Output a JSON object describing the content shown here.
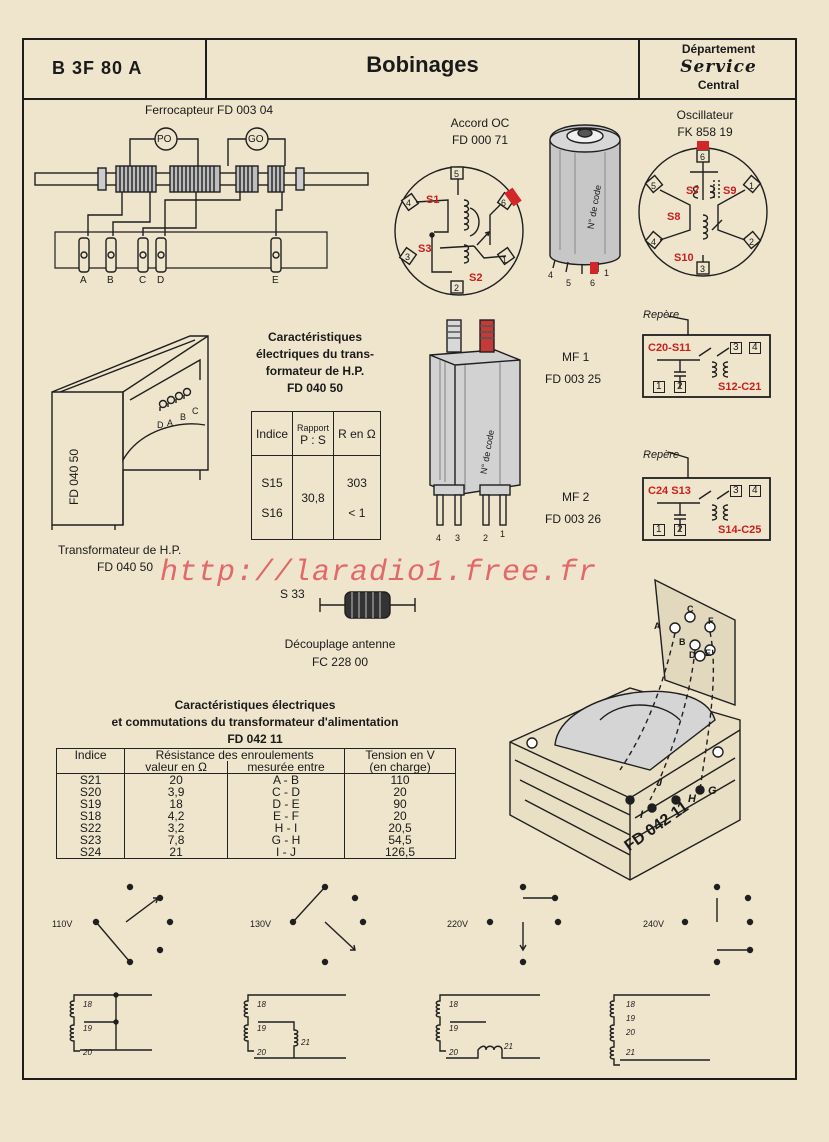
{
  "header": {
    "code": "B 3F 80 A",
    "title": "Bobinages",
    "dept_line1": "Département",
    "dept_line2": "Service",
    "dept_line3": "Central"
  },
  "ferro": {
    "title": "Ferrocapteur FD 003 04",
    "po": "PO",
    "go": "GO",
    "pins": [
      "A",
      "B",
      "C",
      "D",
      "E"
    ]
  },
  "accord": {
    "line1": "Accord OC",
    "line2": "FD 000 71",
    "pins": [
      "1",
      "2",
      "3",
      "4",
      "5",
      "6"
    ],
    "s1": "S1",
    "s2": "S2",
    "s3": "S3"
  },
  "can": {
    "code_label": "N° de code",
    "pins": [
      "4",
      "5",
      "6",
      "1"
    ]
  },
  "osc": {
    "line1": "Oscillateur",
    "line2": "FK 858 19",
    "pins": [
      "1",
      "2",
      "3",
      "4",
      "5",
      "6"
    ],
    "s7": "S7",
    "s8": "S8",
    "s9": "S9",
    "s10": "S10"
  },
  "hp_trans": {
    "body_label": "FD 040 50",
    "pins": [
      "D",
      "A",
      "B",
      "C"
    ],
    "caption1": "Transformateur de H.P.",
    "caption2": "FD 040 50"
  },
  "hp_table": {
    "title1": "Caractéristiques",
    "title2": "électriques du trans-",
    "title3": "formateur de H.P.",
    "title4": "FD 040 50",
    "h_indice": "Indice",
    "h_rapport": "Rapport",
    "h_ps": "P : S",
    "h_r": "R en Ω",
    "r1_ind": "S15",
    "r1_r": "303",
    "r2_ind": "S16",
    "r2_r": "< 1",
    "ratio": "30,8"
  },
  "mf_can": {
    "code_label": "N° de code",
    "pins": [
      "4",
      "3",
      "2",
      "1"
    ]
  },
  "mf1": {
    "line1": "MF 1",
    "line2": "FD 003 25",
    "repere": "Repère",
    "left_label": "C20-S11",
    "right_label": "S12-C21",
    "pins": [
      "3",
      "4",
      "1",
      "2"
    ]
  },
  "mf2": {
    "line1": "MF 2",
    "line2": "FD 003 26",
    "repere": "Repère",
    "left_label": "C24 S13",
    "right_label": "S14-C25",
    "pins": [
      "3",
      "4",
      "1",
      "2"
    ]
  },
  "watermark": "http://laradio1.free.fr",
  "decouplage": {
    "code": "S 33",
    "line1": "Découplage antenne",
    "line2": "FC 228 00"
  },
  "alim": {
    "title1": "Caractéristiques électriques",
    "title2": "et commutations du transformateur d'alimentation",
    "title3": "FD 042 11",
    "h_indice": "Indice",
    "h_res1": "Résistance des enroulements",
    "h_res2a": "valeur en Ω",
    "h_res2b": "mesurée entre",
    "h_tens1": "Tension en V",
    "h_tens2": "(en charge)",
    "rows": [
      {
        "ind": "S21",
        "val": "20",
        "between": "A - B",
        "tension": "110"
      },
      {
        "ind": "S20",
        "val": "3,9",
        "between": "C - D",
        "tension": "20"
      },
      {
        "ind": "S19",
        "val": "18",
        "between": "D - E",
        "tension": "90"
      },
      {
        "ind": "S18",
        "val": "4,2",
        "between": "E - F",
        "tension": "20"
      },
      {
        "ind": "S22",
        "val": "3,2",
        "between": "H - I",
        "tension": "20,5"
      },
      {
        "ind": "S23",
        "val": "7,8",
        "between": "G - H",
        "tension": "54,5"
      },
      {
        "ind": "S24",
        "val": "21",
        "between": "I - J",
        "tension": "126,5"
      }
    ]
  },
  "alim_drawing": {
    "label": "FD 042 11",
    "pins": [
      "A",
      "B",
      "C",
      "D",
      "E",
      "F",
      "G",
      "H",
      "I",
      "J"
    ]
  },
  "switches": [
    {
      "label": "110V",
      "w1": "18",
      "w2": "19",
      "w3": "20"
    },
    {
      "label": "130V",
      "w1": "18",
      "w2": "19",
      "w3": "20",
      "w4": "21"
    },
    {
      "label": "220V",
      "w1": "18",
      "w2": "19",
      "w3": "20",
      "w4": "21"
    },
    {
      "label": "240V",
      "w1": "18",
      "w2": "19",
      "w3": "20",
      "w4": "21"
    }
  ]
}
